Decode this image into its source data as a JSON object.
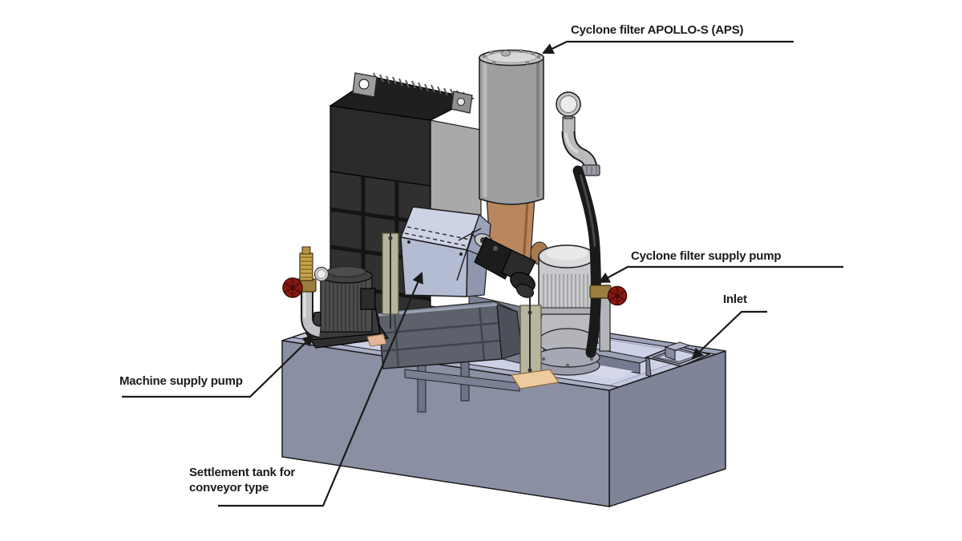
{
  "diagram": {
    "type": "labeled-technical-illustration",
    "subject": "Cyclone filter coolant tank unit",
    "background": "#ffffff",
    "labels": {
      "cyclone_filter": "Cyclone filter APOLLO-S (APS)",
      "cyclone_supply_pump": "Cyclone filter supply pump",
      "inlet": "Inlet",
      "machine_supply_pump": "Machine supply pump",
      "settlement_tank_line1": "Settlement tank for",
      "settlement_tank_line2": "conveyor type"
    },
    "colors": {
      "leader": "#1a1a1a",
      "tank_front": "#8a8fa4",
      "tank_side": "#7f8499",
      "tank_top": "#c3c8de",
      "tank_rim": "#a9aec6",
      "tank_interior": "#ccd1e6",
      "tank_wall": "#757a90",
      "tower_front": "#2a2a2a",
      "tower_panel": "#303030",
      "tower_top": "#1f1f1f",
      "panel_gray": "#a9a9a9",
      "cyclone_body": "#9c9ea0",
      "cyclone_lid": "#c5c7c9",
      "cone_copper": "#b9865d",
      "cover_top": "#cdd3e4",
      "cover_front": "#b3bcd2",
      "cover_end": "#9aa3ba",
      "bin_front": "#5c616c",
      "bin_side": "#4b505b",
      "bin_top": "#848b9c",
      "motor_dark": "#4d4d4d",
      "motor_black": "#1c1c1c",
      "motor_silver": "#c7c9cd",
      "pump_dome": "#d8dadc",
      "pipe_silver": "#b9bbbd",
      "valve_red": "#8e1a12",
      "brass": "#c8a44e",
      "brass_dark": "#9b7d3e",
      "bracket_beige": "#b6b59d",
      "foot_tan": "#eeca9f",
      "hose_black": "#1a1a1a"
    }
  }
}
